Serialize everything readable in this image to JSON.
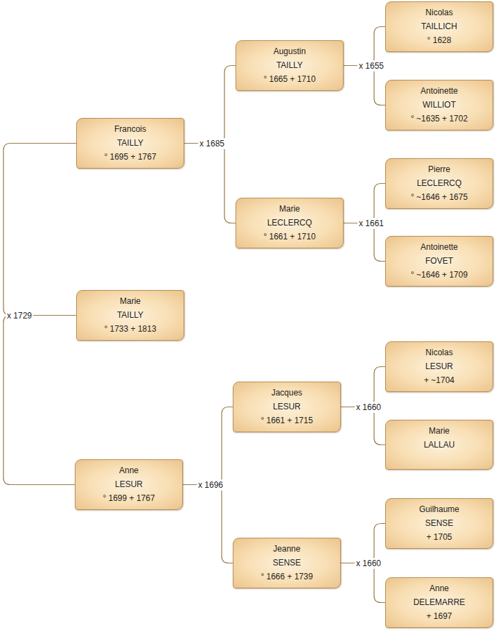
{
  "diagram": {
    "nodes": [
      {
        "text": [
          "Marie",
          "TAILLY",
          "° 1733 + 1813"
        ]
      },
      {
        "text": [
          "Francois",
          "TAILLY",
          "° 1695 + 1767"
        ]
      },
      {
        "text": [
          "Augustin",
          "TAILLY",
          "° 1665 + 1710"
        ]
      },
      {
        "text": [
          "Nicolas",
          "TAILLICH",
          "° 1628"
        ]
      },
      {
        "text": [
          "Antoinette",
          "WILLIOT",
          "° ~1635 + 1702"
        ]
      },
      {
        "text": [
          "Marie",
          "LECLERCQ",
          "° 1661 + 1710"
        ]
      },
      {
        "text": [
          "Pierre",
          "LECLERCQ",
          "° ~1646 + 1675"
        ]
      },
      {
        "text": [
          "Antoinette",
          "FOVET",
          "° ~1646 + 1709"
        ]
      },
      {
        "text": [
          "Anne",
          "LESUR",
          "° 1699 + 1767"
        ]
      },
      {
        "text": [
          "Jacques",
          "LESUR",
          "° 1661 + 1715"
        ]
      },
      {
        "text": [
          "Nicolas",
          "LESUR",
          "+ ~1704"
        ]
      },
      {
        "text": [
          "Marie",
          "LALLAU"
        ]
      },
      {
        "text": [
          "Jeanne",
          "SENSE",
          "° 1666 + 1739"
        ]
      },
      {
        "text": [
          "Guilhaume",
          "SENSE",
          "+ 1705"
        ]
      },
      {
        "text": [
          "Anne",
          "DELEMARRE",
          "+ 1697"
        ]
      }
    ],
    "edges": [
      {
        "from": 0,
        "to": 1,
        "arrow": "none",
        "label": "x 1729"
      },
      {
        "from": 0,
        "to": 8,
        "arrow": "none"
      },
      {
        "from": 1,
        "to": 2,
        "arrow": "none",
        "label": "x 1685"
      },
      {
        "from": 1,
        "to": 5,
        "arrow": "none"
      },
      {
        "from": 2,
        "to": 3,
        "arrow": "none",
        "label": "x 1655"
      },
      {
        "from": 2,
        "to": 4,
        "arrow": "none"
      },
      {
        "from": 5,
        "to": 6,
        "arrow": "none",
        "label": "x 1661"
      },
      {
        "from": 5,
        "to": 7,
        "arrow": "none"
      },
      {
        "from": 8,
        "to": 9,
        "arrow": "none",
        "label": "x 1696"
      },
      {
        "from": 8,
        "to": 12,
        "arrow": "none"
      },
      {
        "from": 9,
        "to": 10,
        "arrow": "none",
        "label": "x 1660"
      },
      {
        "from": 9,
        "to": 11,
        "arrow": "none"
      },
      {
        "from": 12,
        "to": 13,
        "arrow": "none",
        "label": "x 1660"
      },
      {
        "from": 12,
        "to": 14,
        "arrow": "none"
      }
    ]
  }
}
